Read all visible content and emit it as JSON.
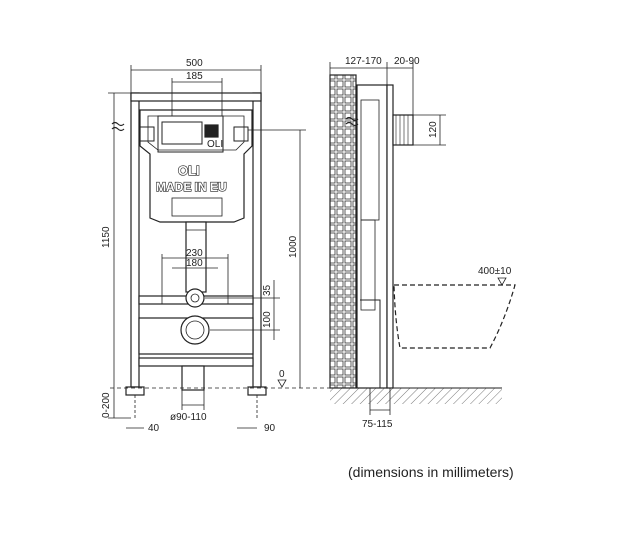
{
  "front_view": {
    "width_total": "500",
    "plate_width": "185",
    "height_total": "1150",
    "flush_height": "1000",
    "bolt_spacing_outer": "230",
    "bolt_spacing_inner": "180",
    "offset_top": "35",
    "offset_bottom": "100",
    "floor_range": "0-200",
    "foot_left": "40",
    "pipe_diameter": "ø90-110",
    "foot_right": "90",
    "zero_label": "0",
    "brand_logo": "OLI",
    "brand_text": "MADE IN EU",
    "plate_logo": "OLI"
  },
  "side_view": {
    "depth_range": "127-170",
    "offset_range": "20-90",
    "inlet_height": "120",
    "bowl_height": "400±10",
    "outlet_range": "75-115"
  },
  "caption": "(dimensions in millimeters)"
}
